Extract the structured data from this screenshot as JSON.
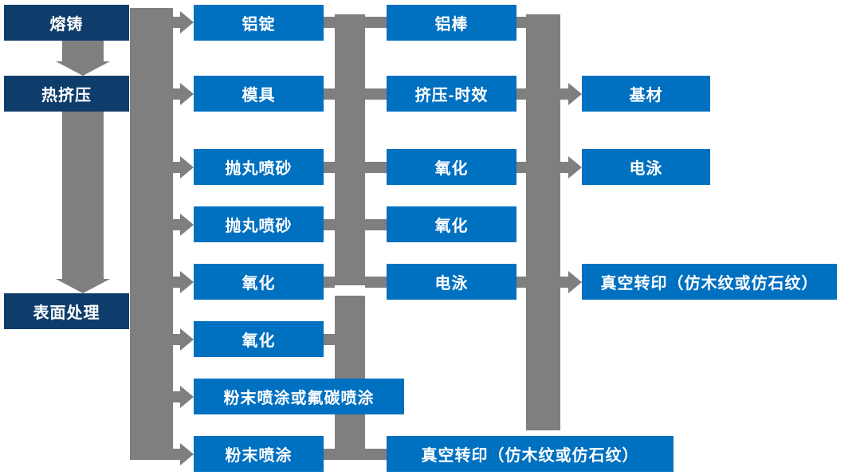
{
  "colors": {
    "dark": "#0e3d6b",
    "blue": "#0070c0",
    "gray": "#7f7f7f",
    "text": "#ffffff",
    "bg": "#ffffff"
  },
  "nodes": {
    "melting_casting": "熔铸",
    "hot_extrusion": "热挤压",
    "surface_treatment": "表面处理",
    "aluminum_ingot": "铝锭",
    "mold": "模具",
    "shot_blasting_1": "抛丸喷砂",
    "shot_blasting_2": "抛丸喷砂",
    "oxidation_c2_1": "氧化",
    "oxidation_c2_2": "氧化",
    "powder_or_fluorocarbon_coating": "粉末喷涂或氟碳喷涂",
    "powder_coating": "粉末喷涂",
    "aluminum_rod": "铝棒",
    "extrusion_aging": "挤压-时效",
    "oxidation_c3_1": "氧化",
    "oxidation_c3_2": "氧化",
    "electrophoresis_c3": "电泳",
    "vacuum_transfer_c3": "真空转印（仿木纹或仿石纹）",
    "base_material": "基材",
    "electrophoresis_c4": "电泳",
    "vacuum_transfer_c4": "真空转印（仿木纹或仿石纹）"
  }
}
